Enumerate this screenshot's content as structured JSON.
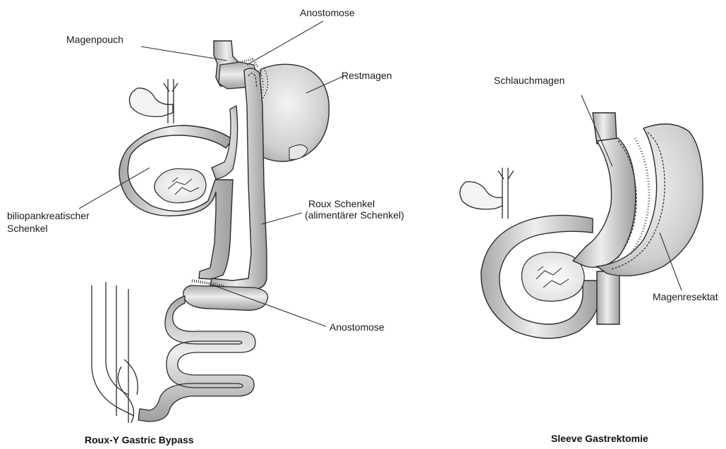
{
  "diagram": {
    "left": {
      "title": "Roux-Y Gastric Bypass",
      "labels": {
        "magenpouch": "Magenpouch",
        "anostomose_top": "Anostomose",
        "restmagen": "Restmagen",
        "biliopankreatisch_1": "biliopankreatischer",
        "biliopankreatisch_2": "Schenkel",
        "roux_1": "Roux Schenkel",
        "roux_2": "(alimentärer Schenkel)",
        "anostomose_bottom": "Anostomose"
      }
    },
    "right": {
      "title": "Sleeve Gastrektomie",
      "labels": {
        "schlauchmagen": "Schlauchmagen",
        "magenresektat": "Magenresektat"
      }
    },
    "colors": {
      "organ_fill": "#d6d6d6",
      "organ_dark": "#a9a9a9",
      "outline": "#2b2b2b",
      "leader_line": "#333333"
    }
  }
}
